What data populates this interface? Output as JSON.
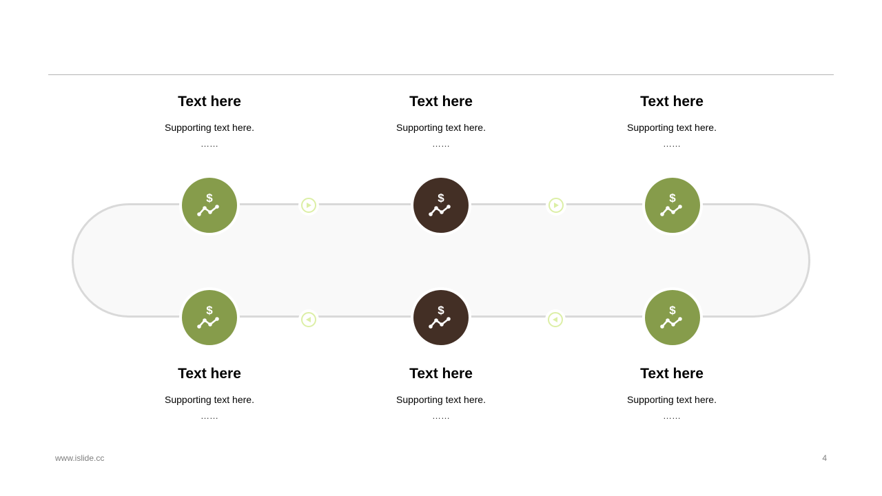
{
  "colors": {
    "green": "#869c4b",
    "brown": "#432f25",
    "track": "#d9d9d9",
    "arrow": "#dcefa6"
  },
  "steps": [
    {
      "title": "Text here",
      "text": "Supporting text here.",
      "dots": "……",
      "icon": "dollar-trend-icon",
      "color": "green"
    },
    {
      "title": "Text here",
      "text": "Supporting text here.",
      "dots": "……",
      "icon": "dollar-trend-icon",
      "color": "brown"
    },
    {
      "title": "Text here",
      "text": "Supporting text here.",
      "dots": "……",
      "icon": "dollar-trend-icon",
      "color": "green"
    },
    {
      "title": "Text here",
      "text": "Supporting text here.",
      "dots": "……",
      "icon": "dollar-trend-icon",
      "color": "green"
    },
    {
      "title": "Text here",
      "text": "Supporting text here.",
      "dots": "……",
      "icon": "dollar-trend-icon",
      "color": "brown"
    },
    {
      "title": "Text here",
      "text": "Supporting text here.",
      "dots": "……",
      "icon": "dollar-trend-icon",
      "color": "green"
    }
  ],
  "arrows": [
    "play-right-icon",
    "play-right-icon",
    "play-left-icon",
    "play-left-icon"
  ],
  "footer": {
    "website": "www.islide.cc",
    "page_number": "4"
  }
}
